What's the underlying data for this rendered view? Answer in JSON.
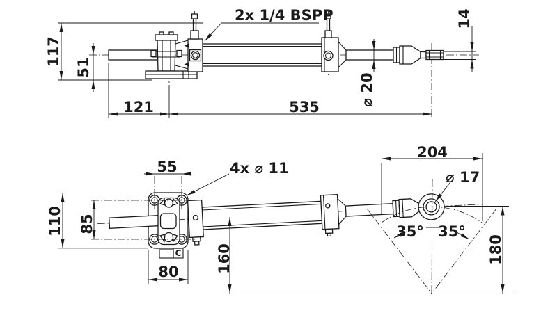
{
  "colors": {
    "background": "#ffffff",
    "line": "#1a1a1a"
  },
  "side_view": {
    "ports_label": "2x 1/4 BSPP",
    "dims": {
      "overall_height": "117",
      "centerline_to_base": "51",
      "rod_protrusion": "121",
      "mount_to_balljoint": "535",
      "end_clevis_width": "14",
      "rod_diameter": "⌀ 20"
    }
  },
  "plan_view": {
    "dims": {
      "hole_spacing_width": "55",
      "mounting_holes_label": "4x ⌀ 11",
      "plate_length": "110",
      "hole_spacing_length": "85",
      "plate_width": "80",
      "centerline_offset": "160",
      "stroke_travel": "204",
      "balljoint_bore": "⌀ 17",
      "swing_angle_left": "35°",
      "swing_angle_right": "35°",
      "tiller_arc_radius": "180"
    },
    "datum_label": "C"
  }
}
